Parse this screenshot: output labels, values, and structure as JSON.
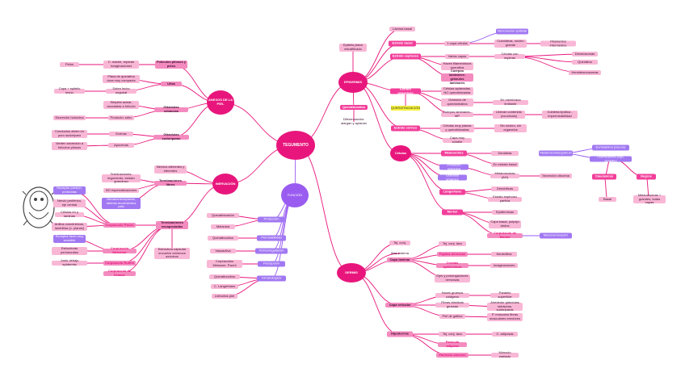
{
  "colors": {
    "magenta": "#e8167c",
    "pink": "#f9b7d6",
    "purple": "#9a5cf0",
    "line": "#e8167c",
    "purple_line": "#9a5cf0"
  },
  "center": {
    "label": "TEGUMENTO"
  },
  "branches": {
    "epidermis": "EPIDERMIS",
    "dermis": "DERMIS",
    "funcion": "FUNCIÓN",
    "inervacion": "INERVACIÓN",
    "anexos": "ANEXOS DE LA PIEL"
  },
  "epidermis": {
    "epitelio": "Epitelio plano estratificado",
    "queratinocitos": "Queratinocitos",
    "diferenciacion": "Diferenciación: alargan y aplanan",
    "lamina_basal": "Lámina basal",
    "estrato_basal": "Estrato basal",
    "una_capa": "1 capa células",
    "renovacion": "Renovación epitelial",
    "cubicas": "Cuboideas, núcleo grande",
    "filamentos": "Filamentos intermedios",
    "espinoso": "Estrato espinoso",
    "varias_capas": "Varias capas",
    "celulas_espinas": "Células con espinas",
    "desmosomas": "Desmosomas",
    "queratina": "Queratina",
    "hemidesmosomas": "Hemidesmosomas",
    "haces": "Haces filamentosos queratina",
    "corpusculos_odland": "Cuerpos laminares: gránulos laminares",
    "granuloso": "Estrato granuloso",
    "celulas_aplanadas": "Células aplanadas, NO queratinizadas",
    "granulos_queratohialina": "Gránulos de queratohialina",
    "membrana": "En membrana limitante",
    "cuerpos_laminares": "Cuerpos laminares - MP",
    "liberan": "Liberan contenido (exocitosis)",
    "cubierta": "Cubierta lipídica - impermeabilidad",
    "queratinizacion": "QUERATINIZACIÓN",
    "corneo": "Estrato córneo",
    "celulas_muy_planas": "Células muy planas y queratinizadas",
    "sin_nucleo": "Sin núcleo, sin organelos",
    "capa_soluble": "Capa muy soluble",
    "celulas": "Células",
    "melanocitos": "Melanocitos",
    "dendritas": "Dendritas",
    "estrato_basal2": "En estrato basal",
    "producen_melanina": "Producen melanina",
    "melanosomas": "Melanosomas (AG)",
    "secrecion": "Secreción citocrina",
    "granulos_amargos": "Gránulos amargos",
    "langerhans": "Langerhans",
    "dendriticas": "Dendríticas",
    "estrato_espinoso2": "Estrato espinoso partiría",
    "merkel": "Merkel",
    "epidermicas": "Epidérmicas",
    "capa_basal": "Capa basal, pulpejo dedos",
    "corpusculo_merkel": "Corpúsculo de Merkel",
    "mecanorreceptor": "Mecanorreceptor"
  },
  "piel": {
    "eumelanina": "Eumelanina (oscuro)",
    "feomelanina": "Feomelanina (rojo, amarillo)",
    "melanosomas_pu": "Melanosomas/gránulo",
    "caucasico": "Caucásicos",
    "negros": "Negros",
    "basal": "Basal",
    "melanosomas_grandes": "Melanosomas + grandes, todas capas"
  },
  "dermis": {
    "tej_conj": "Tej. conj.",
    "mas_externa": "Más externa",
    "capa_laminar": "Capa laminar",
    "tej_conj_laxo": "Tej. conj. laxo",
    "papilas_dermicas": "Papilas dérmicas",
    "neutrofilos": "Neutrófilos",
    "crestas": "Crestas epidérmicas",
    "invaginaciones": "Invaginaciones",
    "ejes": "Ejes y prolongaciones nerviosas",
    "capa_reticular": "Capa reticular",
    "haces_colageno": "Haces gruesos colágeno",
    "paralelo": "Paralelo superficie",
    "fibras_elasticas": "Fibras elásticas gruesas",
    "alrededor": "Alrededor glándulas sebáceas, sudoríparas",
    "piel_gallina": "Piel de gallina",
    "musculo": "P. músculos fibras musculares erectores",
    "hipodermis": "Hipodermis",
    "tej_conj_laxo2": "Tej. conj. laxo",
    "c_adiposas": "C. adiposas",
    "panicula": "Panícula adiposa",
    "paniculo_carnoso": "Panículo carnoso",
    "musculo_estriado": "Músculo estriado"
  },
  "funcion": {
    "proteccion": "Protección",
    "queratinizacion": "Queratinización",
    "melanina": "Melanina",
    "permeabilidad": "Permeabilidad",
    "queratinocitos": "Queratinocitos",
    "termorregulacion": "Termorregulación",
    "vasoactiva": "Vasoactiva",
    "percepcion": "Percepción",
    "corpusculos_pacini": "Corpúsculos Meissner, Pacini",
    "inmunologica": "Inmunológica",
    "queratinocitos2": "Queratinocitos",
    "langerhans": "C. Langerhans",
    "linfocitos": "Linfocitos piel"
  },
  "inervacion": {
    "nervios": "Nervios aferentes y eferentes",
    "terminaciones_libres": "Terminaciones libres",
    "temperatura": "Terminaciones: tegumento, estrato granuloso",
    "no_especializaciones": "NO especializaciones",
    "mecanorreceptores": "Mecanorreceptores, detecta movimientos pelo",
    "terminaciones_encapsuladas": "Terminaciones encapsuladas",
    "estructura": "Estructura capsular envuelve extremos axónicos",
    "receptor_presion": "Receptor presión, profundas",
    "nervio_central": "Nervio periférico, eje central",
    "meissner": "Células en y laminas",
    "corpusculo_pacini": "Corpúsculo Pacini",
    "anillo": "Anillos concéntricos, laminillas (c. planas)",
    "receptor_tacto": "Receptor tacto muy sensible",
    "estructura_perineural": "Estructuras perineurales",
    "corpusculo_meissner": "Corpúsculo Meissner",
    "corpusculo_ruffini": "Corpúsculo Ruffini",
    "justo_debajo": "Justo debajo epidermis",
    "corpusculo_krause": "Corpúsculo de Krause"
  },
  "anexos": {
    "foliculos": "Folículos pilosos y pelos",
    "c_madre": "C. madre, reparan invaginaciones",
    "pelos": "Pelos",
    "unas": "Uñas",
    "placa": "Placa de queratina dura muy compacta",
    "sobre": "Sobre lecho ungueal",
    "capa_epitelio": "Capa + epitelio lecho",
    "glandulas_sebaceas": "Glándulas sebáceas",
    "simples": "Simples acinar, asociadas a folículo",
    "producto": "Producto: sebo",
    "secrecion_holocrina": "Secreción holocrina",
    "glandulas_sudoriparas": "Glándulas sudoríparas",
    "ecrinas": "Ecrinas",
    "apocrinas": "Apocrinas",
    "conductos": "Conductos abren en poro sudoríparo",
    "vierten": "Vierten secreción a folículos pilosos"
  }
}
